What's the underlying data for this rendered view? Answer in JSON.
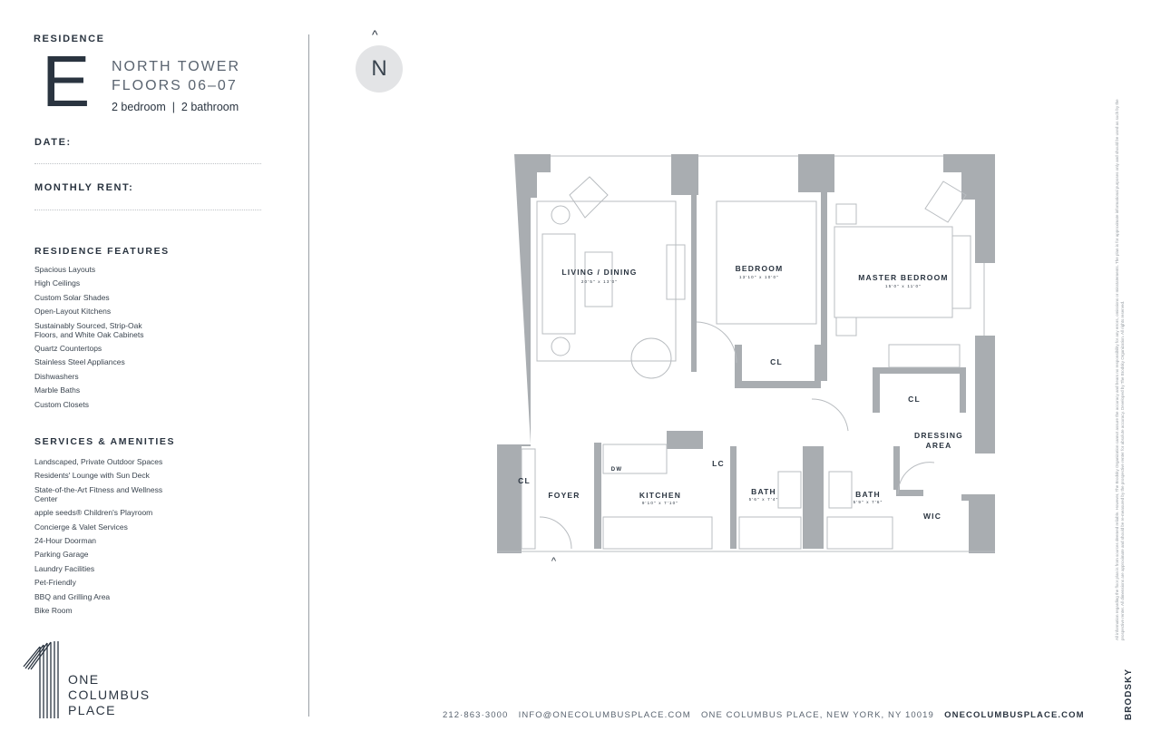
{
  "residence": {
    "label": "RESIDENCE",
    "letter": "E",
    "tower": "NORTH TOWER",
    "floors": "FLOORS 06–07",
    "summary": "2 bedroom  |  2 bathroom"
  },
  "form": {
    "date_label": "DATE:",
    "rent_label": "MONTHLY RENT:"
  },
  "features": {
    "title": "RESIDENCE FEATURES",
    "items": [
      "Spacious Layouts",
      "High Ceilings",
      "Custom Solar Shades",
      "Open-Layout Kitchens",
      "Sustainably Sourced, Strip-Oak Floors, and White Oak Cabinets",
      "Quartz Countertops",
      "Stainless Steel Appliances",
      "Dishwashers",
      "Marble Baths",
      "Custom Closets"
    ]
  },
  "amenities": {
    "title": "SERVICES & AMENITIES",
    "items": [
      "Landscaped, Private Outdoor Spaces",
      "Residents' Lounge with Sun Deck",
      "State-of-the-Art Fitness and Wellness Center",
      "apple seeds® Children's Playroom",
      "Concierge & Valet Services",
      "24-Hour Doorman",
      "Parking Garage",
      "Laundry Facilities",
      "Pet-Friendly",
      "BBQ and Grilling Area",
      "Bike Room"
    ]
  },
  "logo": {
    "lines": [
      "ONE",
      "COLUMBUS",
      "PLACE"
    ]
  },
  "compass": {
    "letter": "N",
    "arrow": "^"
  },
  "floorplan": {
    "rooms": {
      "living": {
        "name": "LIVING / DINING",
        "dims": "20'5\" x 13'0\""
      },
      "bedroom": {
        "name": "BEDROOM",
        "dims": "13'10\" x 10'0\""
      },
      "master": {
        "name": "MASTER BEDROOM",
        "dims": "15'0\" x 11'0\""
      },
      "kitchen": {
        "name": "KITCHEN",
        "dims": "9'10\" x 7'10\""
      },
      "bath1": {
        "name": "BATH",
        "dims": "5'6\" x 7'4\""
      },
      "bath2": {
        "name": "BATH",
        "dims": "5'9\" x 7'6\""
      },
      "foyer": {
        "name": "FOYER"
      },
      "cl_bed": {
        "name": "CL"
      },
      "cl_master": {
        "name": "CL"
      },
      "cl_foyer": {
        "name": "CL"
      },
      "lc": {
        "name": "LC"
      },
      "dw": {
        "name": "DW"
      },
      "dressing1": {
        "name": "DRESSING"
      },
      "dressing2": {
        "name": "AREA"
      },
      "wic": {
        "name": "WIC"
      }
    },
    "entry_arrow": "^"
  },
  "footer": {
    "phone": "212·863·3000",
    "email": "INFO@ONECOLUMBUSPLACE.COM",
    "address": "ONE COLUMBUS PLACE, NEW YORK, NY 10019",
    "website": "ONECOLUMBUSPLACE.COM"
  },
  "disclaimer": "All information regarding the floor plan is from sources deemed reliable. However, The Brodsky Organization cannot assure the accuracy and bears no responsibility for any errors, omissions or misstatements. The plan is for approximate informational purposes only and should be used as such by the prospective renter. All dimensions are approximate and should be re-measured by the prospective renter for absolute accuracy. Developed by The Brodsky Organization. All rights reserved.",
  "brand": "BRODSKY"
}
